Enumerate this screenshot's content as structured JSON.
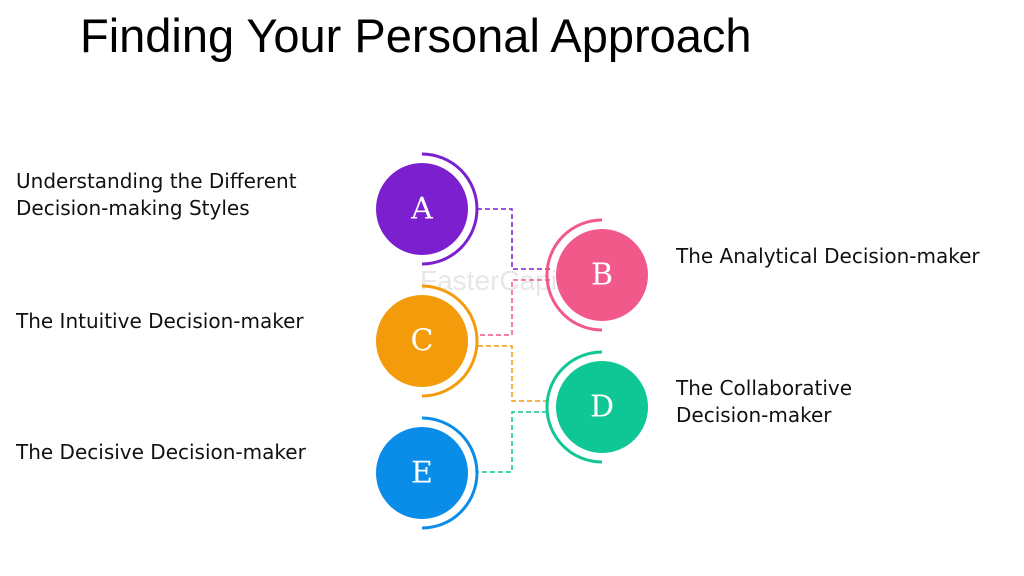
{
  "title": "Finding Your Personal Approach",
  "watermark": "FasterCapital",
  "items": [
    {
      "letter": "A",
      "label": "Understanding the Different\nDecision-making Styles",
      "color": "#7b1fcf"
    },
    {
      "letter": "B",
      "label": "The Analytical Decision-maker",
      "color": "#f0598a"
    },
    {
      "letter": "C",
      "label": "The Intuitive Decision-maker",
      "color": "#f49b0b"
    },
    {
      "letter": "D",
      "label": "The Collaborative\nDecision-maker",
      "color": "#0ec794"
    },
    {
      "letter": "E",
      "label": "The Decisive Decision-maker",
      "color": "#0a8ce9"
    }
  ]
}
